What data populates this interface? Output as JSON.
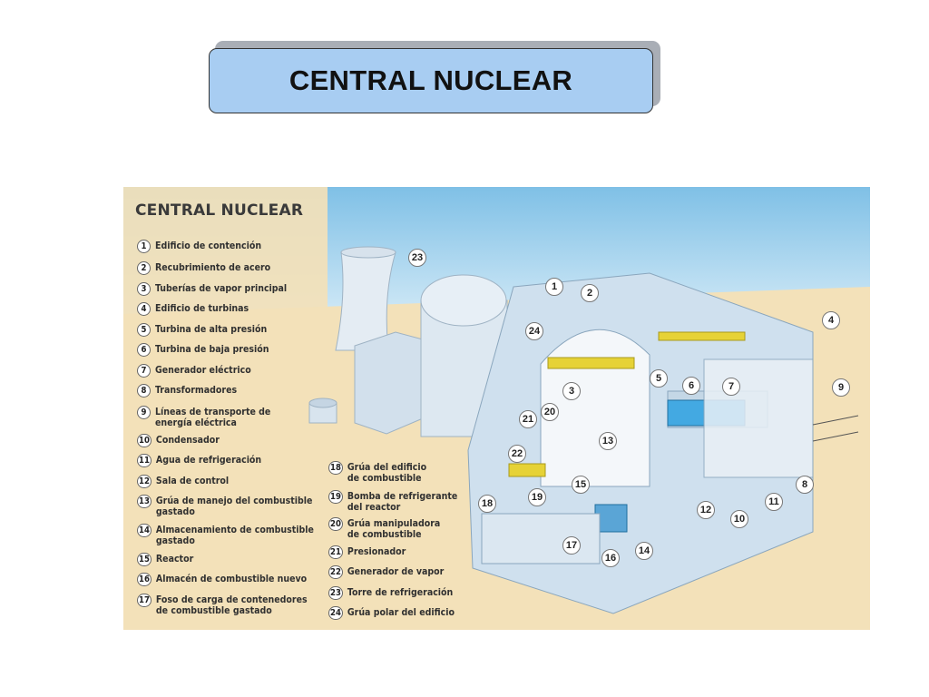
{
  "slide_title": "CENTRAL NUCLEAR",
  "figure": {
    "title": "CENTRAL NUCLEAR",
    "legend_left": [
      {
        "num": "1",
        "label": "Edificio de contención"
      },
      {
        "num": "2",
        "label": "Recubrimiento de acero"
      },
      {
        "num": "3",
        "label": "Tuberías de vapor principal"
      },
      {
        "num": "4",
        "label": "Edificio de turbinas"
      },
      {
        "num": "5",
        "label": "Turbina de alta presión"
      },
      {
        "num": "6",
        "label": "Turbina de baja presión"
      },
      {
        "num": "7",
        "label": "Generador eléctrico"
      },
      {
        "num": "8",
        "label": "Transformadores"
      },
      {
        "num": "9",
        "label": "Líneas de transporte de\nenergía eléctrica"
      },
      {
        "num": "10",
        "label": "Condensador"
      },
      {
        "num": "11",
        "label": "Agua de refrigeración"
      },
      {
        "num": "12",
        "label": "Sala de control"
      },
      {
        "num": "13",
        "label": "Grúa de manejo del combustible\ngastado"
      },
      {
        "num": "14",
        "label": "Almacenamiento de combustible\ngastado"
      },
      {
        "num": "15",
        "label": "Reactor"
      },
      {
        "num": "16",
        "label": "Almacén de combustible nuevo"
      },
      {
        "num": "17",
        "label": "Foso de carga de contenedores\nde combustible gastado"
      }
    ],
    "legend_right": [
      {
        "num": "18",
        "label": "Grúa del edificio\nde combustible"
      },
      {
        "num": "19",
        "label": "Bomba de refrigerante\ndel reactor"
      },
      {
        "num": "20",
        "label": "Grúa manipuladora\nde combustible"
      },
      {
        "num": "21",
        "label": "Presionador"
      },
      {
        "num": "22",
        "label": "Generador de vapor"
      },
      {
        "num": "23",
        "label": "Torre de refrigeración"
      },
      {
        "num": "24",
        "label": "Grúa polar del edificio"
      }
    ],
    "callouts": [
      "1",
      "2",
      "3",
      "4",
      "5",
      "6",
      "7",
      "8",
      "9",
      "10",
      "11",
      "12",
      "13",
      "14",
      "15",
      "16",
      "17",
      "18",
      "19",
      "20",
      "21",
      "22",
      "23",
      "24"
    ]
  }
}
